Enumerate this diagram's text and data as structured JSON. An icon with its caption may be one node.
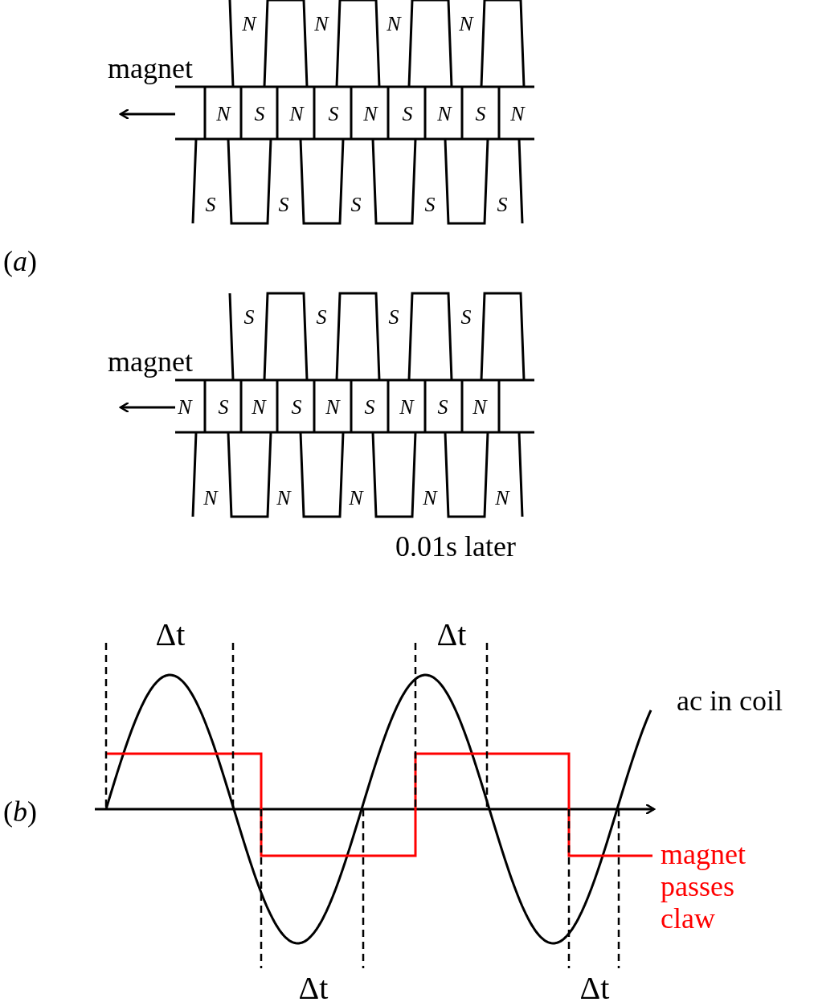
{
  "diagram": {
    "labels": [
      "magnet",
      "N",
      "N",
      "N",
      "N",
      "N",
      "S",
      "N",
      "S",
      "N",
      "S",
      "N",
      "S",
      "N",
      "S",
      "S",
      "S",
      "S",
      "S",
      "(*a*)",
      "S",
      "S",
      "S",
      "S",
      "magnet",
      "N",
      "S",
      "N",
      "S",
      "N",
      "S",
      "N",
      "S",
      "N",
      "N",
      "N",
      "N",
      "N",
      "N",
      "0.01s later",
      "Δt",
      "Δt",
      "ac in coil",
      "(*b*)",
      "magnet passes claw",
      "Δt",
      "Δt"
    ]
  }
}
